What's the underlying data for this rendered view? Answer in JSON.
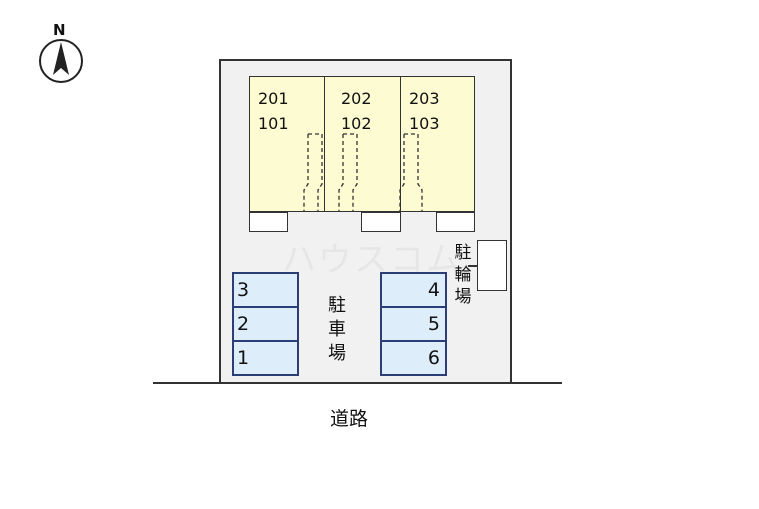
{
  "compass": {
    "label": "N"
  },
  "units": [
    {
      "upper": "201",
      "lower": "101"
    },
    {
      "upper": "202",
      "lower": "102"
    },
    {
      "upper": "203",
      "lower": "103"
    }
  ],
  "parking": {
    "label_chars": [
      "駐",
      "車",
      "場"
    ],
    "left_slots": [
      "3",
      "2",
      "1"
    ],
    "right_slots": [
      "4",
      "5",
      "6"
    ]
  },
  "bicycle_parking": {
    "label_chars": [
      "駐",
      "輪",
      "場"
    ]
  },
  "road": {
    "label": "道路"
  },
  "watermark": "ハウスコム",
  "colors": {
    "unit_fill": "#fdfbd2",
    "slot_fill": "#ddeefa",
    "slot_border": "#2c3e78",
    "plot_fill": "#f1f1f1"
  }
}
